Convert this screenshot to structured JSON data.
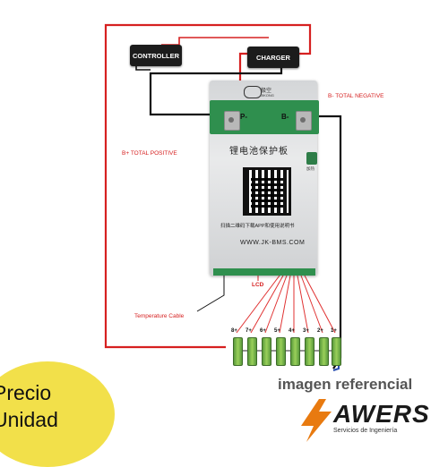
{
  "devices": {
    "controller": "CONTROLLER",
    "charger": "CHARGER"
  },
  "board": {
    "brand_cn": "极空",
    "brand_en": "JIKONG",
    "p_minus": "P-",
    "b_minus": "B-",
    "title_cn": "锂电池保护板",
    "scan_text": "扫描二维码下载APP和使用说明书",
    "url": "WWW.JK-BMS.COM",
    "side_button": "加热"
  },
  "annotations": {
    "b_plus": "B+ TOTAL POSITIVE",
    "b_minus": "B- TOTAL NEGATIVE",
    "lcd": "LCD",
    "temperature": "Temperature Cable"
  },
  "cells": [
    "8+",
    "7+",
    "6+",
    "5+",
    "4+",
    "3+",
    "2+",
    "1+"
  ],
  "overlay": {
    "precio_1": "Precio",
    "precio_2": "Unidad",
    "imagen_ref": "imagen referencial",
    "brand": "AWERS",
    "brand_sub": "Servicios de Ingeniería"
  },
  "colors": {
    "positive_wire": "#d62020",
    "negative_wire": "#111111",
    "balance_wire": "#e03030",
    "precio_bg": "#f2e04a",
    "awers_orange": "#e87a10"
  }
}
